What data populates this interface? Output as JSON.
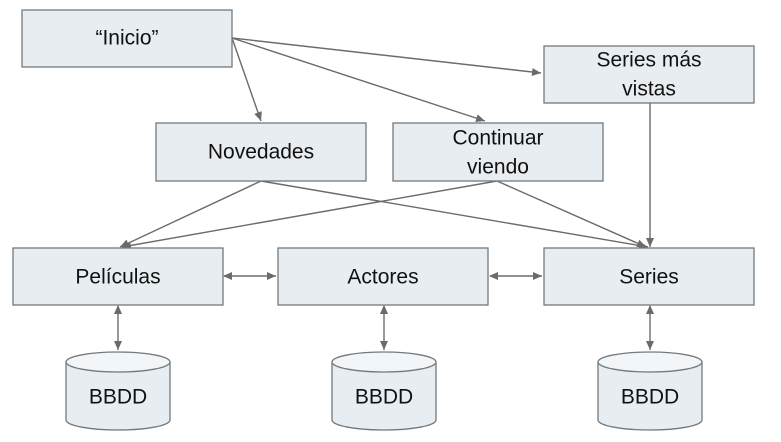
{
  "nodes": {
    "inicio": "“Inicio”",
    "series_mas_vistas": [
      "Series más",
      "vistas"
    ],
    "novedades": "Novedades",
    "continuar_viendo": [
      "Continuar",
      "viendo"
    ],
    "peliculas": "Películas",
    "actores": "Actores",
    "series": "Series"
  },
  "databases": [
    "BBDD",
    "BBDD",
    "BBDD"
  ],
  "colors": {
    "box_fill": "#e8edf1",
    "box_stroke": "#707a80",
    "edge": "#6b6b6b"
  }
}
